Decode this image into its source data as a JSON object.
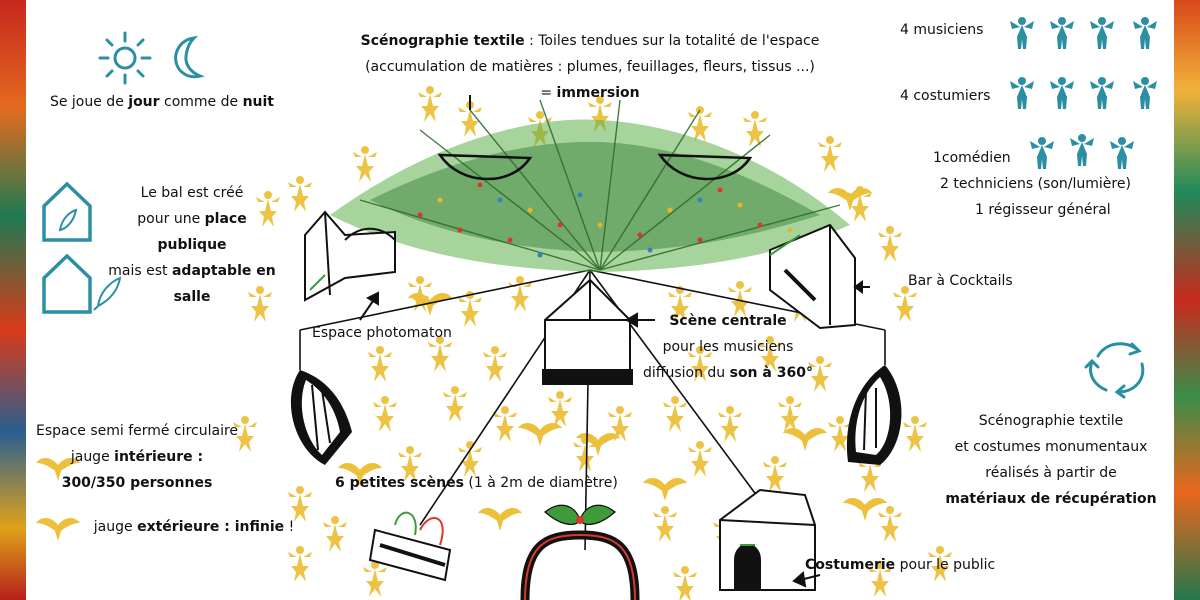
{
  "labels": {
    "title_bold": "Scénographie textile",
    "title_rest": " : Toiles tendues sur la totalité de l'espace",
    "title_line2": "(accumulation de matières : plumes, feuillages, fleurs, tissus ...)",
    "title_line3_pre": "= ",
    "title_line3_bold": "immersion",
    "daynight_a": "Se joue de ",
    "daynight_b": "jour",
    "daynight_c": " comme de ",
    "daynight_d": "nuit",
    "bal_l1": "Le bal est créé",
    "bal_l2a": "pour une ",
    "bal_l2b": "place",
    "bal_l3": "publique",
    "bal_l4a": "mais est ",
    "bal_l4b": "adaptable en",
    "bal_l5": "salle",
    "espace_l1": "Espace semi fermé circulaire",
    "espace_l2a": "jauge ",
    "espace_l2b": "intérieure :",
    "espace_l3": "300/350 personnes",
    "espace_l4a": "jauge ",
    "espace_l4b": "extérieure : infinie",
    "espace_l4c": " !",
    "team_musicians": "4 musiciens",
    "team_costumers": "4 costumiers",
    "team_actor": "1comédien",
    "team_techs": "2 techniciens (son/lumière)",
    "team_manager": "1 régisseur général",
    "bar": "Bar à Cocktails",
    "photomaton": "Espace photomaton",
    "scene_l1": "Scène centrale",
    "scene_l2": "pour les musiciens",
    "scene_l3a": "diffusion du ",
    "scene_l3b": "son à 360°",
    "petites_a": "6 petites scènes",
    "petites_b": " (1 à 2m de diamètre)",
    "recup_l1": "Scénographie textile",
    "recup_l2": "et costumes monumentaux",
    "recup_l3": "réalisés à partir de",
    "recup_l4": "matériaux de récupération",
    "costumerie_a": "Costumerie",
    "costumerie_b": " pour le public"
  },
  "icons": {
    "sun": "sun-icon",
    "moon": "moon-icon",
    "house": "house-icon",
    "feather": "feather-icon",
    "recycle": "recycle-icon"
  },
  "colors": {
    "teal": "#2a8fa3",
    "yellow": "#ecc03b",
    "ink": "#111111",
    "green": "#3f9a3a",
    "red": "#d8382a"
  }
}
